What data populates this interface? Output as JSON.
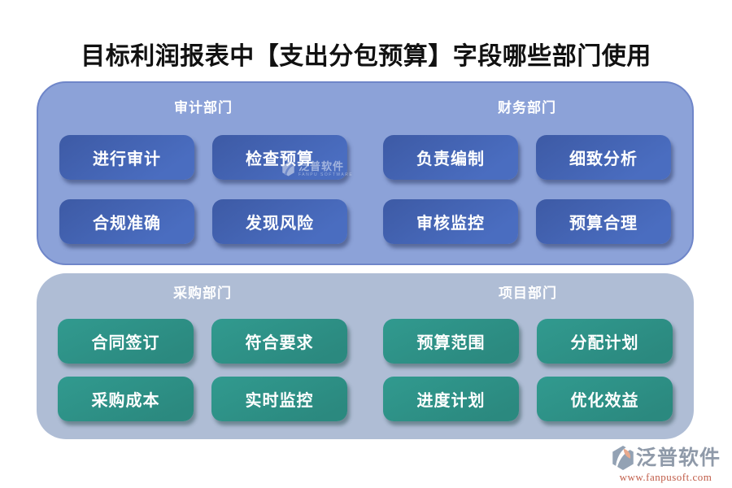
{
  "title": "目标利润报表中【支出分包预算】字段哪些部门使用",
  "colors": {
    "panel_top_bg": "#8CA2D8",
    "panel_top_border": "#6F86C9",
    "panel_bottom_bg": "#AFBDD5",
    "pill_blue_gradient_start": "#3D5AA5",
    "pill_blue_gradient_end": "#4A6DC0",
    "pill_teal": "#2E968B",
    "pill_text": "#FFFFFF",
    "title_color": "#111111",
    "brand_gray": "#8F9AA9",
    "brand_salmon": "#E8A98D",
    "url_color": "#C05C48"
  },
  "panels": [
    {
      "groups": [
        {
          "header": "审计部门",
          "buttons": [
            "进行审计",
            "检查预算",
            "合规准确",
            "发现风险"
          ]
        },
        {
          "header": "财务部门",
          "buttons": [
            "负责编制",
            "细致分析",
            "审核监控",
            "预算合理"
          ]
        }
      ]
    },
    {
      "groups": [
        {
          "header": "采购部门",
          "buttons": [
            "合同签订",
            "符合要求",
            "采购成本",
            "实时监控"
          ]
        },
        {
          "header": "项目部门",
          "buttons": [
            "预算范围",
            "分配计划",
            "进度计划",
            "优化效益"
          ]
        }
      ]
    }
  ],
  "watermark": {
    "text": "泛普软件",
    "subtext": "FANPU SOFTWARE"
  },
  "footer": {
    "brand": "泛普软件",
    "url": "www.fanpusoft.com"
  }
}
